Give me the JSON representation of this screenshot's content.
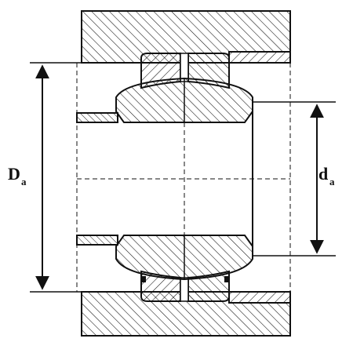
{
  "diagram": {
    "labels": {
      "outer_dim_main": "D",
      "outer_dim_sub": "a",
      "inner_dim_main": "d",
      "inner_dim_sub": "a"
    }
  }
}
